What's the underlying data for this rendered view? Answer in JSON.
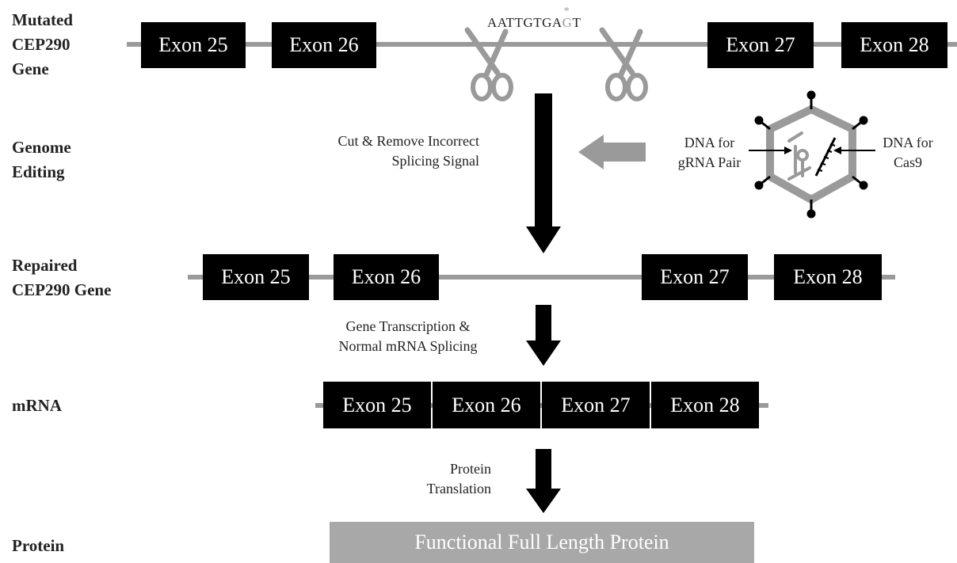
{
  "rows": {
    "mutated": "Mutated\nCEP290\nGene",
    "editing": "Genome\nEditing",
    "repaired": "Repaired\nCEP290 Gene",
    "mrna": "mRNA",
    "protein": "Protein"
  },
  "exons": {
    "e25": "Exon 25",
    "e26": "Exon 26",
    "e27": "Exon 27",
    "e28": "Exon 28"
  },
  "sequence": {
    "prefix": "AATTGTGA",
    "mutated_base": "G",
    "suffix": "T",
    "mutation_mark": "*"
  },
  "steps": {
    "cut": "Cut & Remove Incorrect\nSplicing Signal",
    "transcription": "Gene Transcription &\nNormal mRNA Splicing",
    "translation": "Protein\nTranslation"
  },
  "vector": {
    "grna_label": "DNA for\ngRNA Pair",
    "cas9_label": "DNA for\nCas9"
  },
  "protein": {
    "label": "Functional Full Length Protein"
  },
  "colors": {
    "exon": "#000000",
    "dna_line": "#9a9a9a",
    "scissors": "#9a9a9a",
    "protein_bar": "#a8a8a8",
    "arrow": "#000000",
    "gray_arrow": "#9a9a9a"
  }
}
